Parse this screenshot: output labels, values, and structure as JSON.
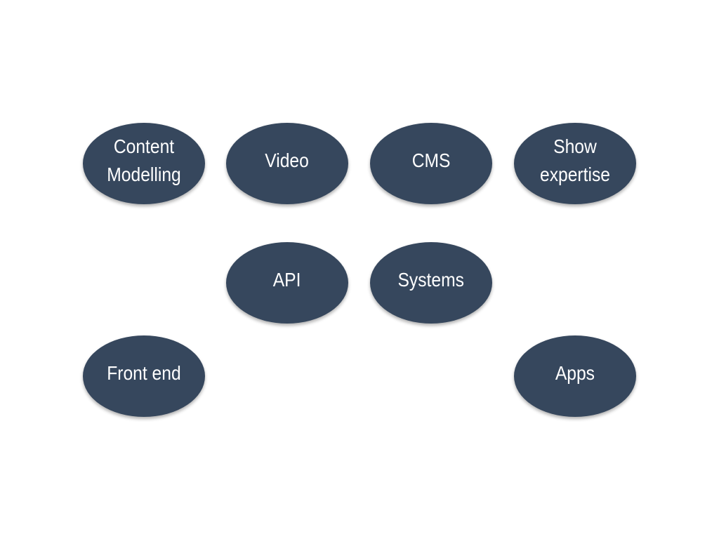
{
  "colors": {
    "node_fill": "#36475d",
    "node_text": "#ffffff",
    "background": "#ffffff"
  },
  "nodes": [
    {
      "id": "content-modelling",
      "label": "Content Modelling"
    },
    {
      "id": "video",
      "label": "Video"
    },
    {
      "id": "cms",
      "label": "CMS"
    },
    {
      "id": "show-expertise",
      "label": "Show expertise"
    },
    {
      "id": "api",
      "label": "API"
    },
    {
      "id": "systems",
      "label": "Systems"
    },
    {
      "id": "front-end",
      "label": "Front end"
    },
    {
      "id": "apps",
      "label": "Apps"
    }
  ]
}
